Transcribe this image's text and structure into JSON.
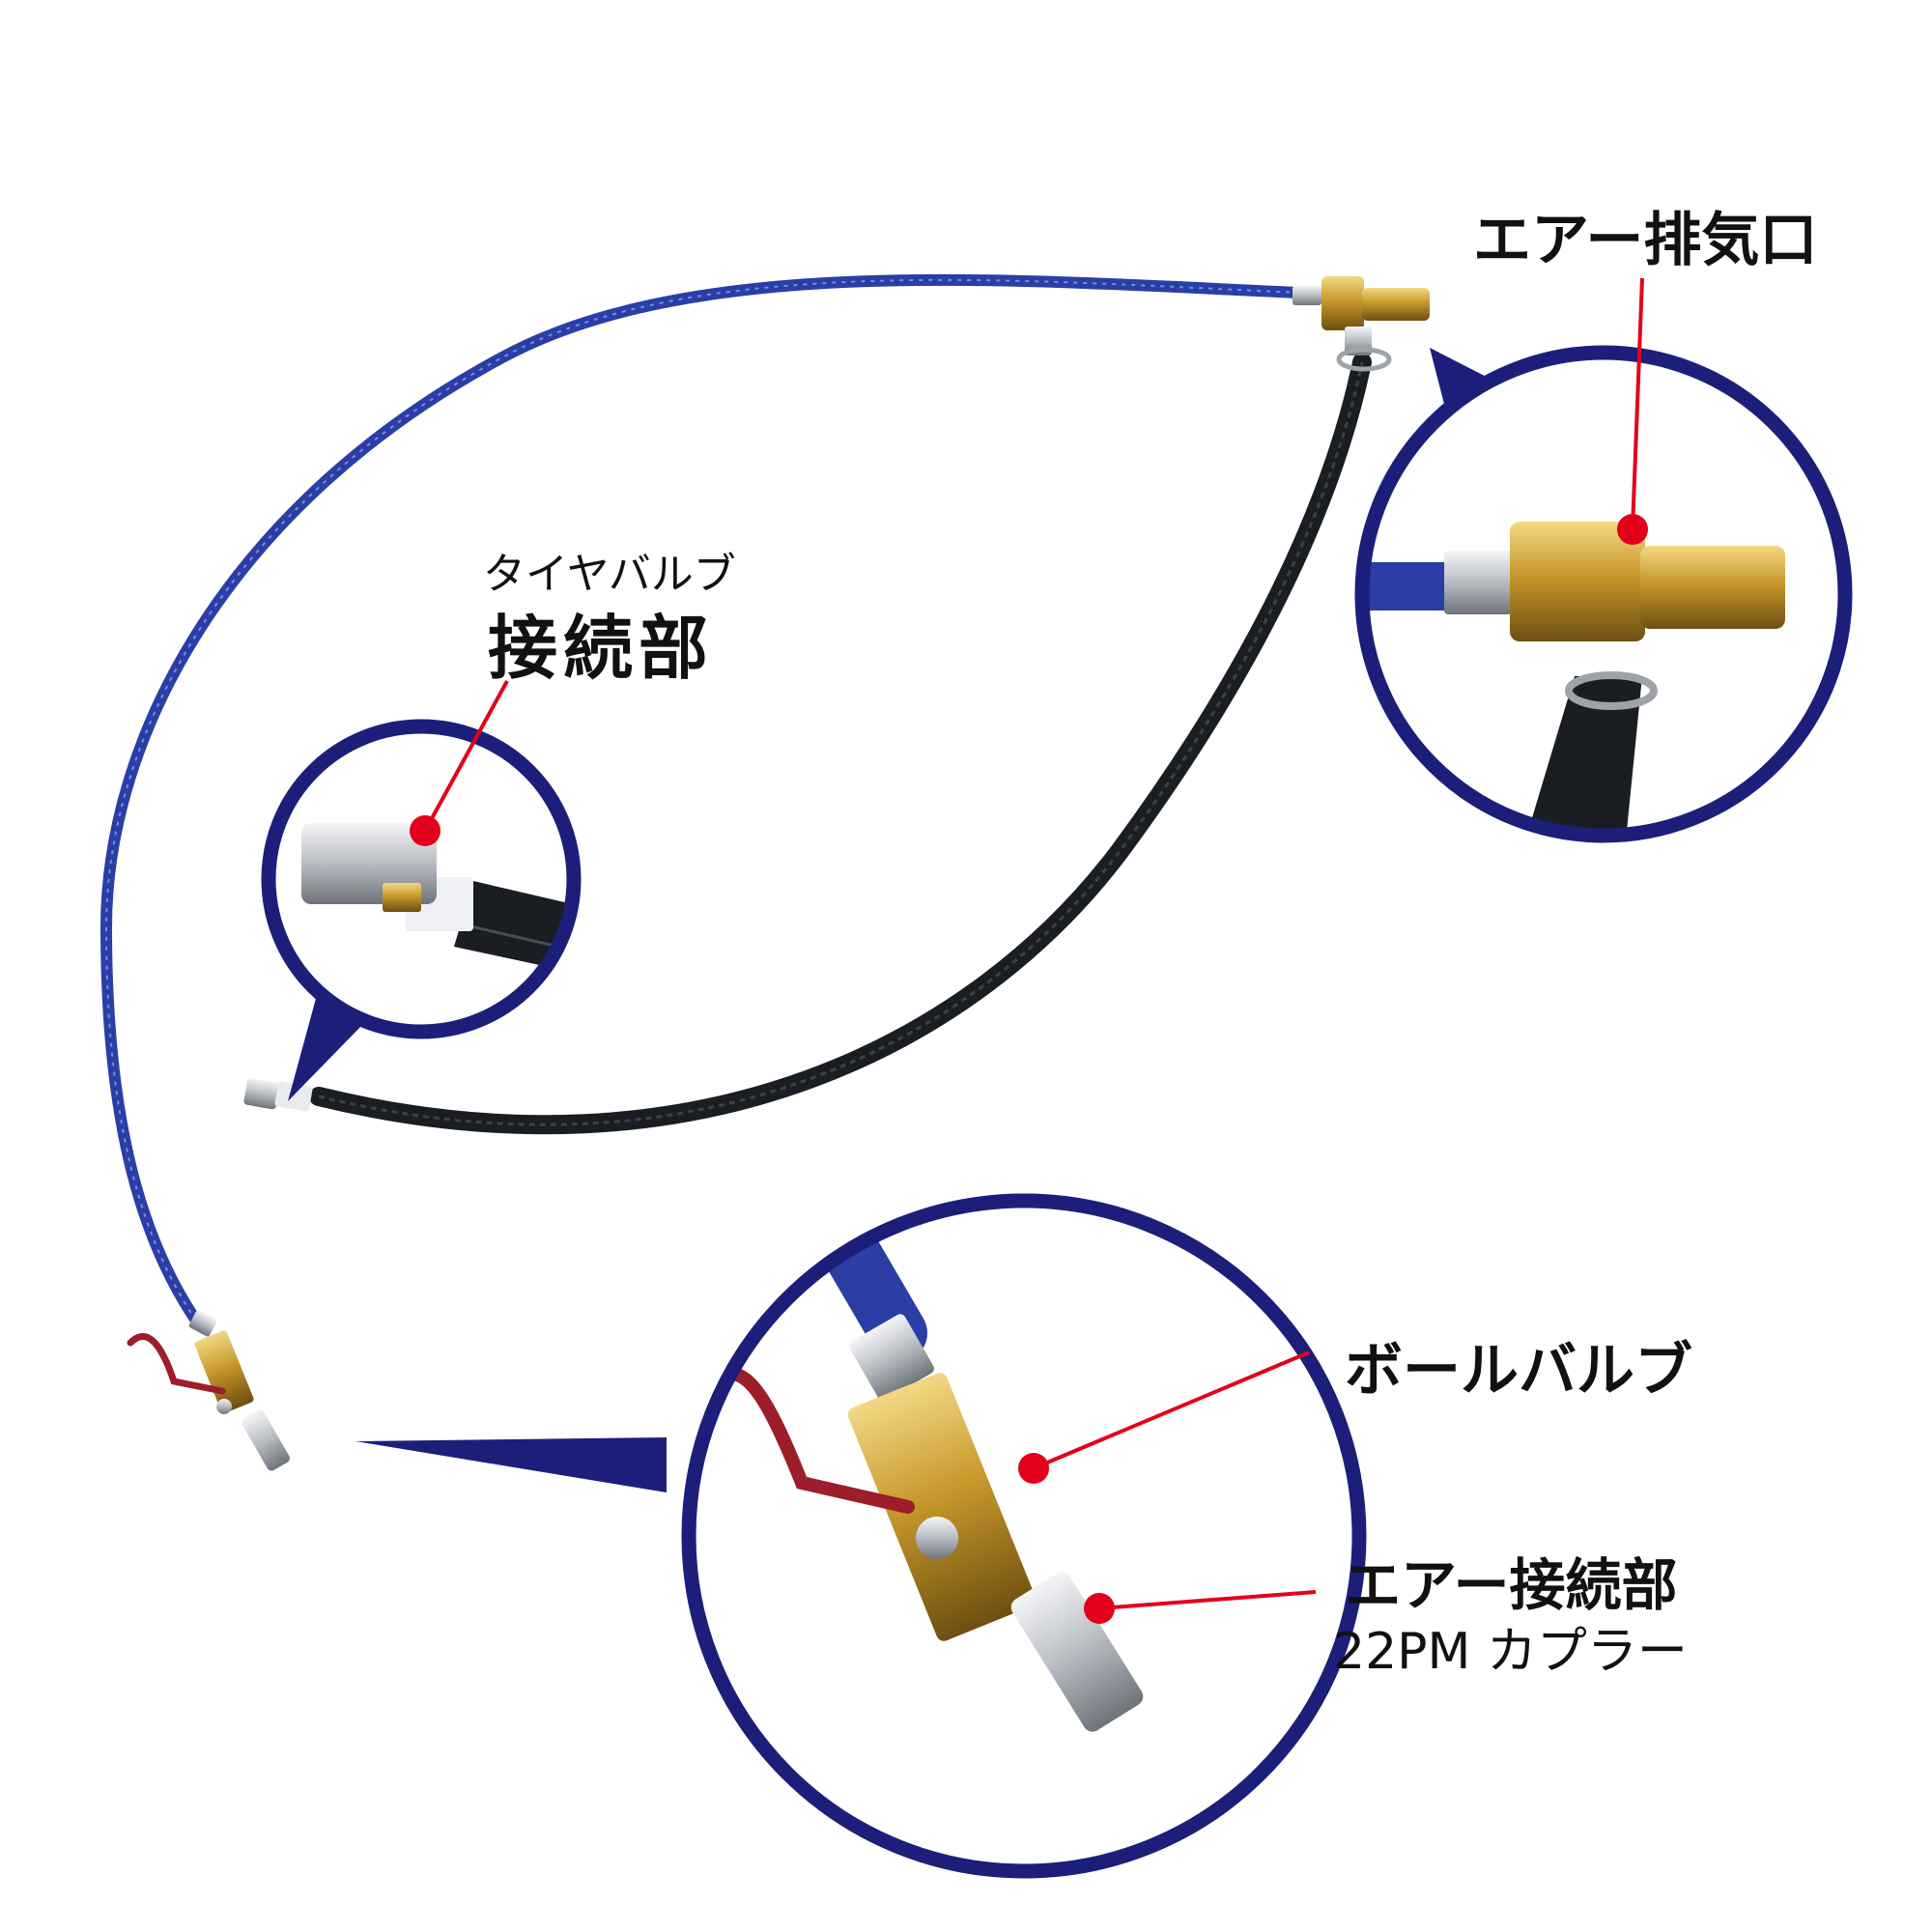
{
  "labels": {
    "exhaust": "エアー排気口",
    "tire_valve_small": "タイヤバルブ",
    "tire_valve_large": "接続部",
    "ball_valve": "ボールバルブ",
    "air_connect": "エアー接続部",
    "coupler": "22PM カプラー"
  },
  "colors": {
    "background": "#ffffff",
    "circle_stroke": "#1c1f7a",
    "blue_hose": "#2b3ea6",
    "black_hose": "#1a1d22",
    "brass": "#c39a2c",
    "silver": "#c9ccd1",
    "lever": "#9c1e2a",
    "pointer": "#e3001b"
  },
  "icons": [
    "blue-hose",
    "black-hose",
    "brass-t-fitting",
    "tire-valve-chuck",
    "ball-valve",
    "quick-coupler"
  ]
}
